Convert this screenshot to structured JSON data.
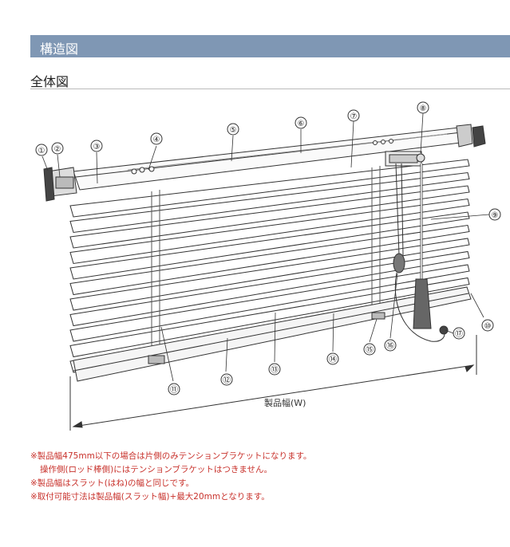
{
  "header": {
    "title": "構造図"
  },
  "section": {
    "title": "全体図"
  },
  "diagram": {
    "callouts": [
      "①",
      "②",
      "③",
      "④",
      "⑤",
      "⑥",
      "⑦",
      "⑧",
      "⑨",
      "⑩",
      "⑪",
      "⑫",
      "⑬",
      "⑭",
      "⑮",
      "⑯",
      "⑰"
    ],
    "width_label": "製品幅(W)"
  },
  "notes": [
    "※製品幅475mm以下の場合は片側のみテンションブラケットになります。",
    "操作側(ロッド棒側)にはテンションブラケットはつきません。",
    "※製品幅はスラット(はね)の幅と同じです。",
    "※取付可能寸法は製品幅(スラット幅)+最大20mmとなります。"
  ],
  "colors": {
    "banner": "#7f97b4",
    "notes": "#c8312b"
  }
}
